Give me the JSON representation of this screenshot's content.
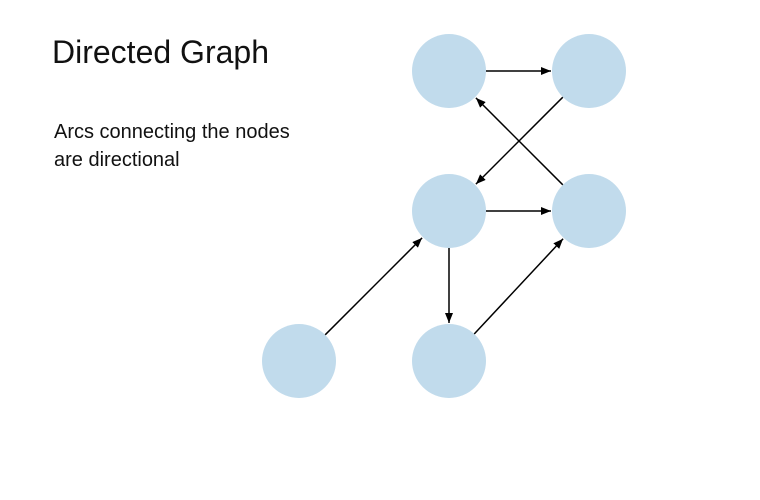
{
  "title": "Directed Graph",
  "description": {
    "line1": "Arcs connecting the nodes",
    "line2": "are directional"
  },
  "colors": {
    "node_fill": "#c1dbec",
    "edge": "#000000",
    "text": "#111111"
  },
  "graph": {
    "nodes": [
      {
        "id": "n1"
      },
      {
        "id": "n2"
      },
      {
        "id": "n3"
      },
      {
        "id": "n4"
      },
      {
        "id": "n5"
      },
      {
        "id": "n6"
      }
    ],
    "edges": [
      {
        "from": "n1",
        "to": "n2"
      },
      {
        "from": "n2",
        "to": "n3"
      },
      {
        "from": "n4",
        "to": "n1"
      },
      {
        "from": "n3",
        "to": "n4"
      },
      {
        "from": "n3",
        "to": "n6"
      },
      {
        "from": "n5",
        "to": "n3"
      },
      {
        "from": "n6",
        "to": "n4"
      }
    ]
  }
}
